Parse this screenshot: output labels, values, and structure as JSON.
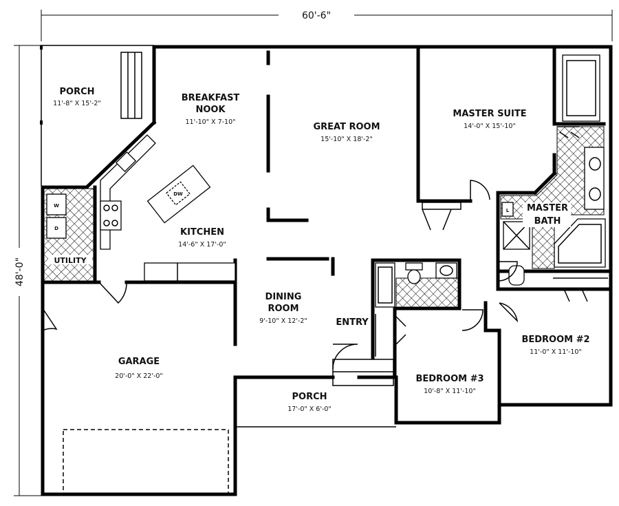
{
  "dimensions": {
    "width": "60'-6\"",
    "depth": "48'-0\""
  },
  "rooms": {
    "porch_back": {
      "name": "PORCH",
      "size": "11'-8\" X 15'-2\""
    },
    "breakfast_nook": {
      "name_line1": "BREAKFAST",
      "name_line2": "NOOK",
      "size": "11'-10\" X 7-10\""
    },
    "great_room": {
      "name": "GREAT ROOM",
      "size": "15'-10\" X 18'-2\""
    },
    "master_suite": {
      "name": "MASTER SUITE",
      "size": "14'-0\" X 15'-10\""
    },
    "master_bath": {
      "name_line1": "MASTER",
      "name_line2": "BATH"
    },
    "kitchen": {
      "name": "KITCHEN",
      "size": "14'-6\" X 17'-0\""
    },
    "utility": {
      "name": "UTILITY"
    },
    "dining_room": {
      "name_line1": "DINING",
      "name_line2": "ROOM",
      "size": "9'-10\" X 12'-2\""
    },
    "entry": {
      "name": "ENTRY"
    },
    "garage": {
      "name": "GARAGE",
      "size": "20'-0\" X 22'-0\""
    },
    "porch_front": {
      "name": "PORCH",
      "size": "17'-0\" X 6'-0\""
    },
    "bedroom_3": {
      "name": "BEDROOM #3",
      "size": "10'-8\" X 11'-10\""
    },
    "bedroom_2": {
      "name": "BEDROOM #2",
      "size": "11'-0\" X 11'-10\""
    }
  },
  "fixtures": {
    "washer": "W",
    "dryer": "D",
    "dishwasher": "DW",
    "linen": "L"
  }
}
